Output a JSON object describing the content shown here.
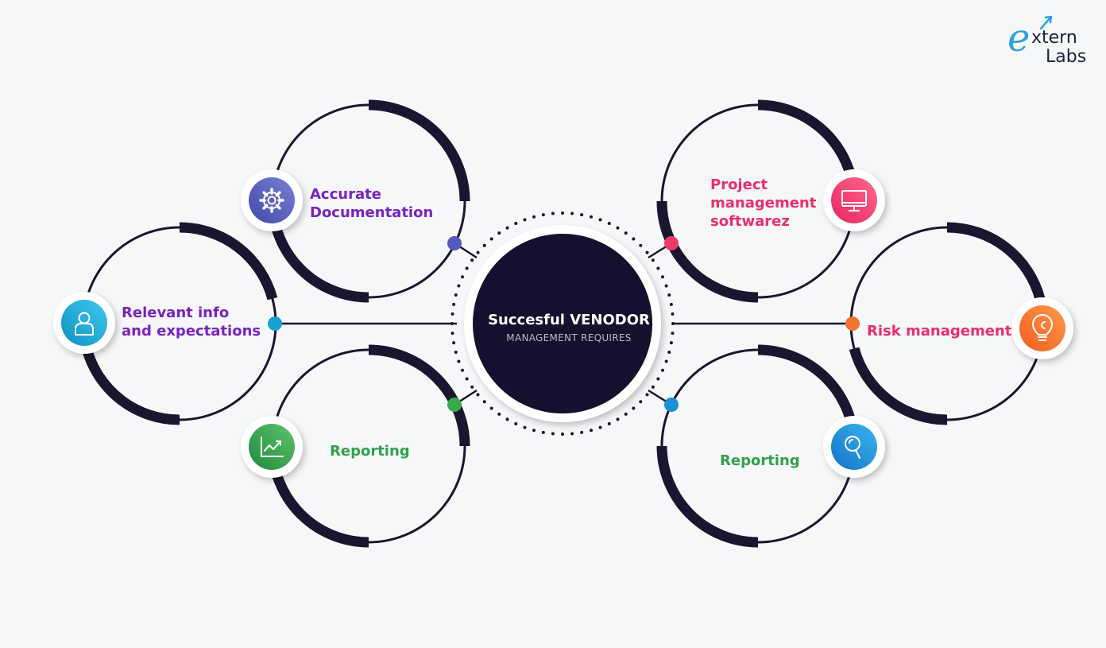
{
  "brand": {
    "logo_e": "e",
    "logo_word_1": "xtern",
    "logo_word_2": "Labs"
  },
  "center": {
    "title": "Succesful VENODOR",
    "subtitle": "MANAGEMENT REQUIRES"
  },
  "nodes": [
    {
      "label_lines": [
        "Accurate",
        "Documentation"
      ],
      "color": "#7a22c2",
      "icon": "gear-icon",
      "badge_gradient": [
        "#3f4aa6",
        "#7b7fd6"
      ],
      "dot_color": "#5659b8"
    },
    {
      "label_lines": [
        "Relevant info",
        "and expectations"
      ],
      "color": "#7a22c2",
      "icon": "user-icon",
      "badge_gradient": [
        "#0f92c4",
        "#3fc8ec"
      ],
      "dot_color": "#14a3cf"
    },
    {
      "label_lines": [
        "Reporting"
      ],
      "color": "#2fa24a",
      "icon": "chart-icon",
      "badge_gradient": [
        "#1f8a3c",
        "#5ec46a"
      ],
      "dot_color": "#3aa94c"
    },
    {
      "label_lines": [
        "Project",
        "management",
        "softwarez"
      ],
      "color": "#ea2f6d",
      "icon": "monitor-icon",
      "badge_gradient": [
        "#e8245f",
        "#ff6a8e"
      ],
      "dot_color": "#ef3a68"
    },
    {
      "label_lines": [
        "Risk management"
      ],
      "color": "#ea2f6d",
      "icon": "lightbulb-icon",
      "badge_gradient": [
        "#f25c1f",
        "#ff9a4a"
      ],
      "dot_color": "#f37133"
    },
    {
      "label_lines": [
        "Reporting"
      ],
      "color": "#2fa24a",
      "icon": "search-icon",
      "badge_gradient": [
        "#1572c8",
        "#39b6ef"
      ],
      "dot_color": "#1d8fd6"
    }
  ],
  "colors": {
    "ring": "#1b1530",
    "ring_thin": "#1b1530",
    "center_fill": "#15102e",
    "dots": "#1b1530"
  }
}
